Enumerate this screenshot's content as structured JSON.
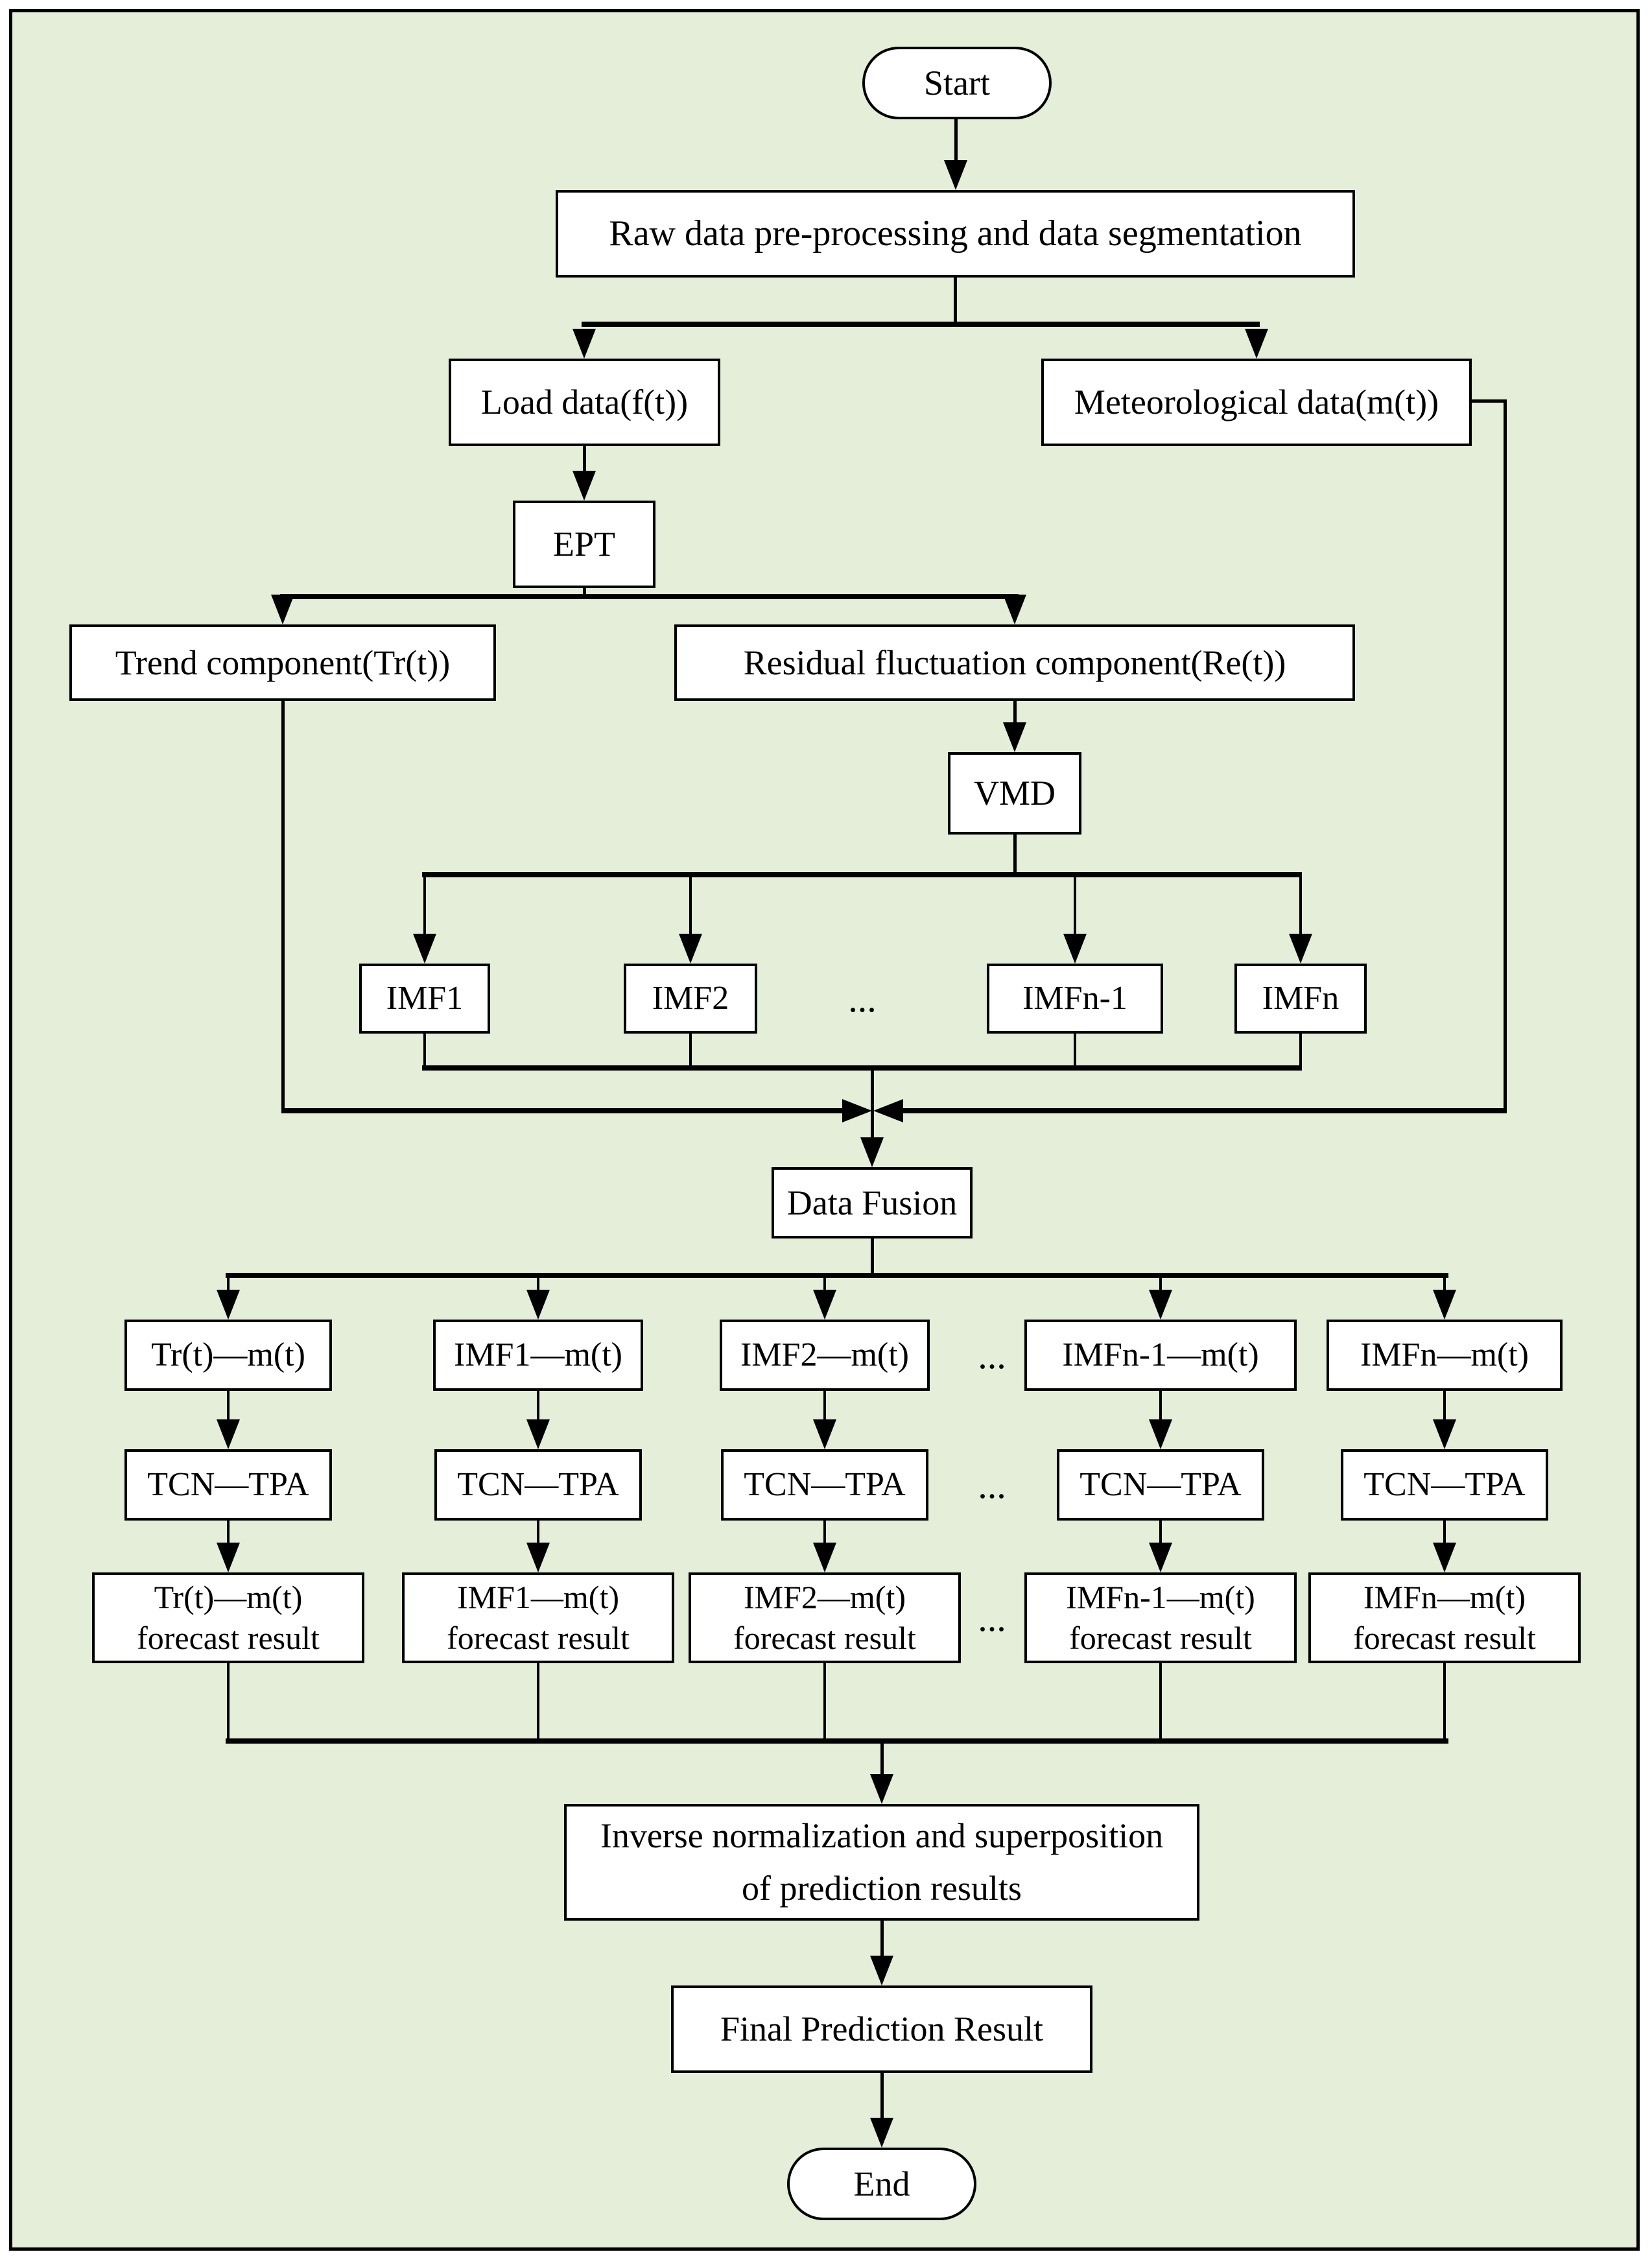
{
  "colors": {
    "background": "#e4eed8",
    "line": "#000000",
    "node_fill": "#ffffff",
    "node_border": "#000000"
  },
  "nodes": {
    "start": {
      "label": "Start"
    },
    "raw": {
      "label": "Raw data pre-processing and data segmentation"
    },
    "load": {
      "label": "Load data(f(t))"
    },
    "met": {
      "label": "Meteorological data(m(t))"
    },
    "ept": {
      "label": "EPT"
    },
    "trend": {
      "label": "Trend component(Tr(t))"
    },
    "residual": {
      "label": "Residual fluctuation component(Re(t))"
    },
    "vmd": {
      "label": "VMD"
    },
    "imf1": {
      "label": "IMF1"
    },
    "imf2": {
      "label": "IMF2"
    },
    "imfn1": {
      "label": "IMFn-1"
    },
    "imfn": {
      "label": "IMFn"
    },
    "fusion": {
      "label": "Data Fusion"
    },
    "pair1": {
      "label": "Tr(t)—m(t)"
    },
    "pair2": {
      "label": "IMF1—m(t)"
    },
    "pair3": {
      "label": "IMF2—m(t)"
    },
    "pair4": {
      "label": "IMFn-1—m(t)"
    },
    "pair5": {
      "label": "IMFn—m(t)"
    },
    "model": {
      "label": "TCN—TPA"
    },
    "forecast1": {
      "line1": "Tr(t)—m(t)",
      "line2": "forecast result"
    },
    "forecast2": {
      "line1": "IMF1—m(t)",
      "line2": "forecast result"
    },
    "forecast3": {
      "line1": "IMF2—m(t)",
      "line2": "forecast result"
    },
    "forecast4": {
      "line1": "IMFn-1—m(t)",
      "line2": "forecast result"
    },
    "forecast5": {
      "line1": "IMFn—m(t)",
      "line2": "forecast result"
    },
    "inverse": {
      "line1": "Inverse normalization and superposition",
      "line2": "of prediction results"
    },
    "final": {
      "label": "Final Prediction Result"
    },
    "end": {
      "label": "End"
    }
  },
  "ellipsis": "..."
}
